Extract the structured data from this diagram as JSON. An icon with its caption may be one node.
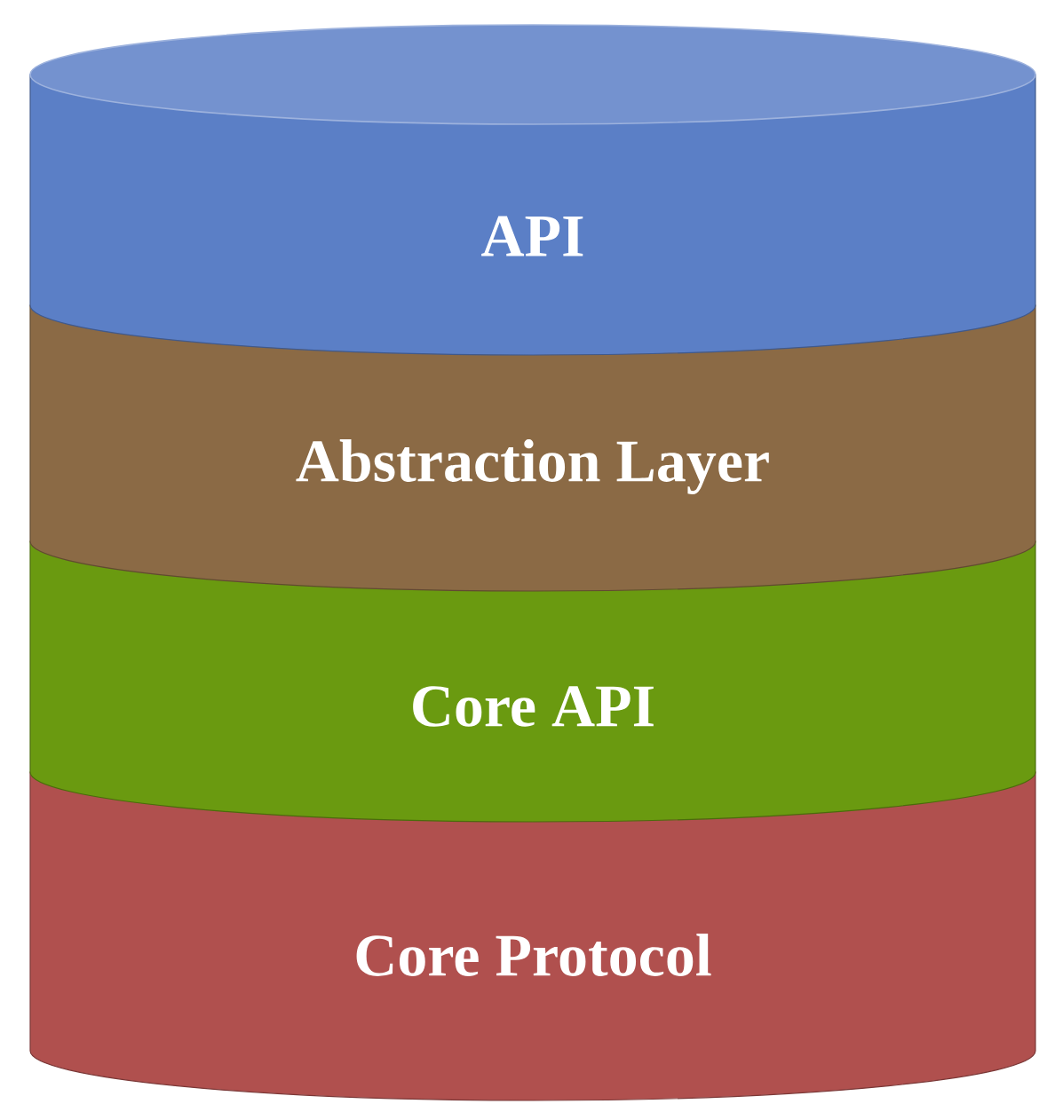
{
  "diagram": {
    "nodes": [
      {
        "text": [
          "API"
        ]
      },
      {
        "text": [
          "Abstraction Layer"
        ]
      },
      {
        "text": [
          "Core API"
        ]
      },
      {
        "text": [
          "Core  Protocol"
        ]
      }
    ]
  }
}
